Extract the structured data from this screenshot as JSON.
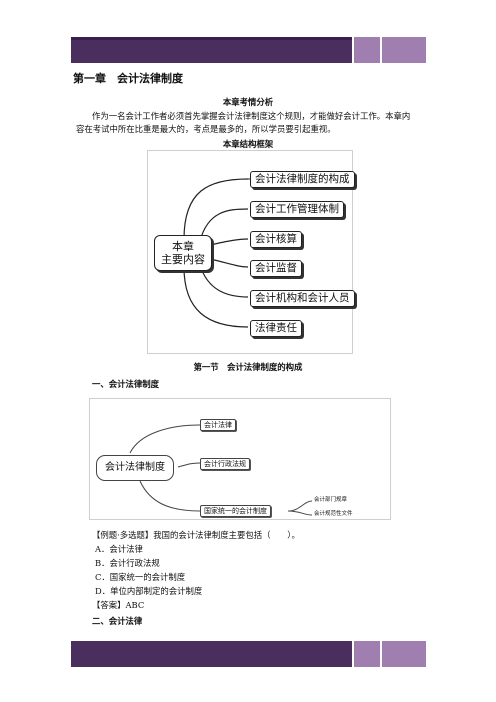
{
  "chapter_title": "第一章　会计法律制度",
  "analysis": {
    "heading": "本章考情分析",
    "paragraph_line1": "作为一名会计工作者必须首先掌握会计法律制度这个规则，才能做好会计工作。本章内",
    "paragraph_line2": "容在考试中所在比重是最大的，考点是最多的，所以学员要引起重视。"
  },
  "framework": {
    "heading": "本章结构框架",
    "root_line1": "本章",
    "root_line2": "主要内容",
    "branches": [
      "会计法律制度的构成",
      "会计工作管理体制",
      "会计核算",
      "会计监督",
      "会计机构和会计人员",
      "法律责任"
    ]
  },
  "section": {
    "title": "第一节　会计法律制度的构成",
    "sub1": "一、会计法律制度",
    "sub2": "二、会计法律"
  },
  "system_diagram": {
    "root": "会计法律制度",
    "branches": [
      "会计法律",
      "会计行政法规",
      "国家统一的会计制度"
    ],
    "sub_branches": [
      "会计部门规章",
      "会计规范性文件"
    ]
  },
  "example": {
    "question": "【例题·多选题】我国的会计法律制度主要包括（　　）。",
    "options": [
      "A．会计法律",
      "B．会计行政法规",
      "C．国家统一的会计制度",
      "D．单位内部制定的会计制度"
    ],
    "answer": "【答案】ABC"
  },
  "colors": {
    "band_dark": "#4a2e5e",
    "band_light": "#a07fb0"
  }
}
